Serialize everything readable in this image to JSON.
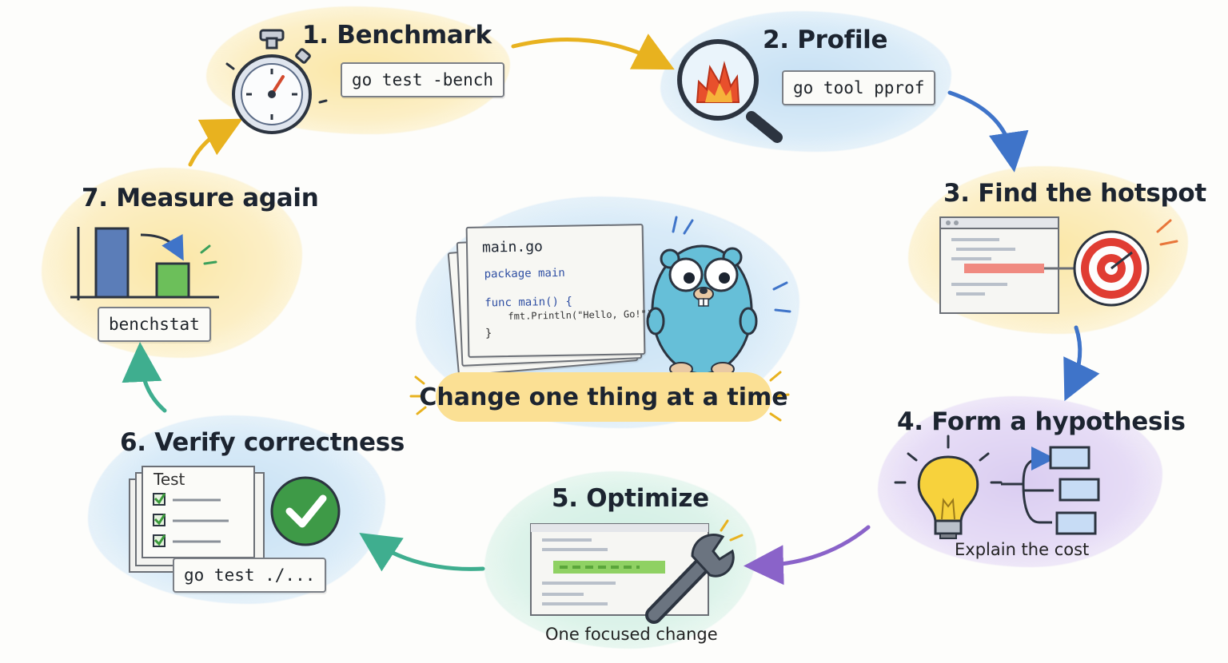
{
  "steps": [
    {
      "id": 1,
      "title": "1. Benchmark",
      "code": "go test -bench"
    },
    {
      "id": 2,
      "title": "2. Profile",
      "code": "go tool pprof"
    },
    {
      "id": 3,
      "title": "3. Find the hotspot"
    },
    {
      "id": 4,
      "title": "4. Form a hypothesis",
      "caption": "Explain the cost"
    },
    {
      "id": 5,
      "title": "5. Optimize",
      "caption": "One focused change"
    },
    {
      "id": 6,
      "title": "6. Verify correctness",
      "code": "go test ./...",
      "sheet_label": "Test"
    },
    {
      "id": 7,
      "title": "7. Measure again",
      "code": "benchstat"
    }
  ],
  "center": {
    "file_name": "main.go",
    "code_lines": [
      "package main",
      "",
      "func main() {",
      "    fmt.Println(\"Hello, Go!\")",
      "}"
    ],
    "slogan": "Change one thing at a time"
  },
  "colors": {
    "yellow": "#fbe7a6",
    "blue": "#c6e0f4",
    "purple": "#dacdf1",
    "mint": "#cdeee3",
    "arrow_yellow": "#e8b21f",
    "arrow_blue": "#3f74c9",
    "arrow_purple": "#8a63c9",
    "arrow_teal": "#3fae8f"
  },
  "icons": [
    "stopwatch-icon",
    "magnifier-flame-icon",
    "code-window-target-icon",
    "lightbulb-branch-icon",
    "code-wrench-icon",
    "checklist-check-icon",
    "bar-chart-icon",
    "gopher-mascot-icon"
  ]
}
